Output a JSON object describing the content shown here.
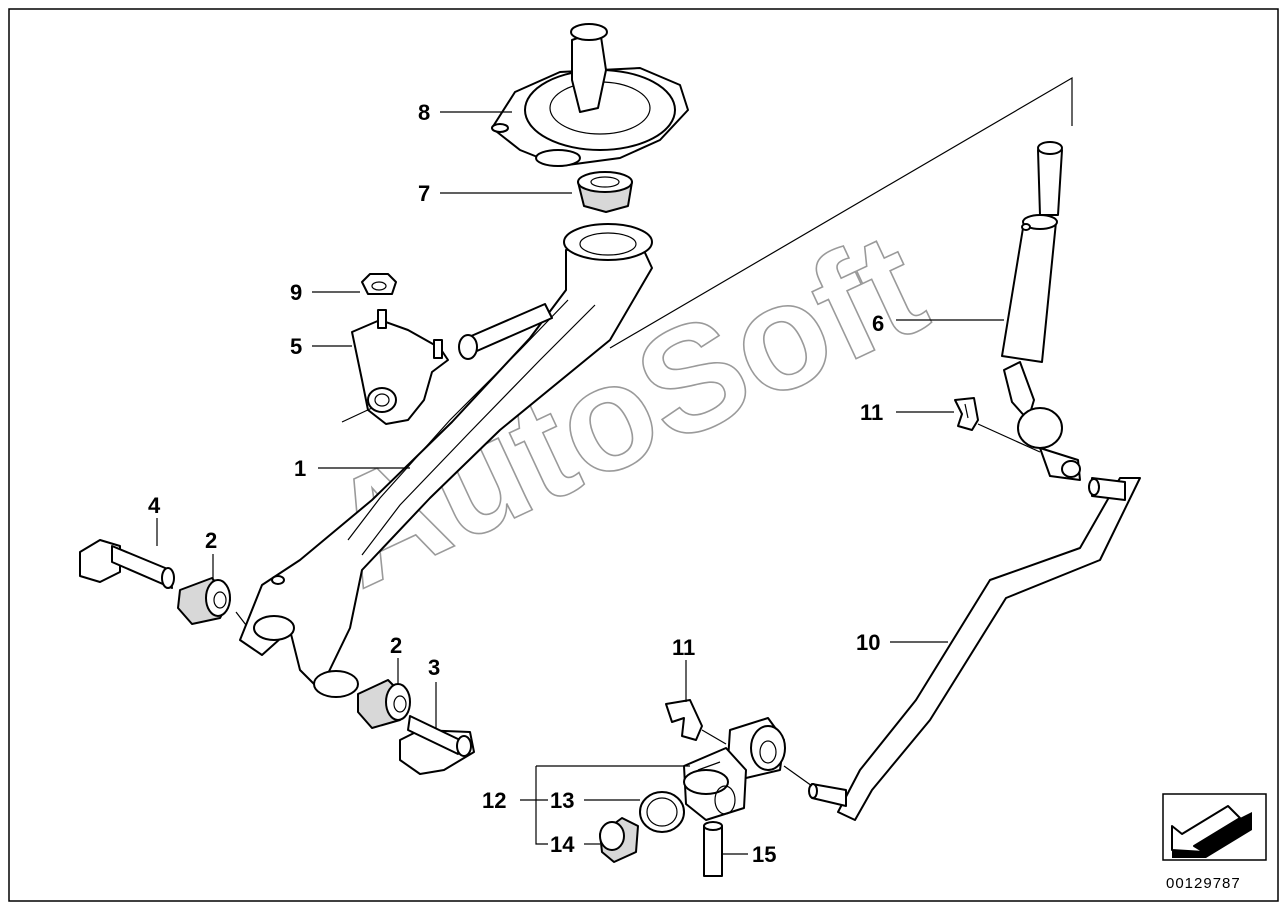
{
  "callouts": [
    {
      "id": "c1",
      "text": "1"
    },
    {
      "id": "c2a",
      "text": "2"
    },
    {
      "id": "c2b",
      "text": "2"
    },
    {
      "id": "c3",
      "text": "3"
    },
    {
      "id": "c4",
      "text": "4"
    },
    {
      "id": "c5",
      "text": "5"
    },
    {
      "id": "c6",
      "text": "6"
    },
    {
      "id": "c7",
      "text": "7"
    },
    {
      "id": "c8",
      "text": "8"
    },
    {
      "id": "c9",
      "text": "9"
    },
    {
      "id": "c10",
      "text": "10"
    },
    {
      "id": "c11a",
      "text": "11"
    },
    {
      "id": "c11b",
      "text": "11"
    },
    {
      "id": "c12",
      "text": "12"
    },
    {
      "id": "c13",
      "text": "13"
    },
    {
      "id": "c14",
      "text": "14"
    },
    {
      "id": "c15",
      "text": "15"
    }
  ],
  "watermark": "AutoSoft",
  "reference_number": "00129787",
  "icons": {
    "navigation": "arrow-down-left-icon"
  },
  "colors": {
    "ink": "#000000",
    "paper": "#ffffff",
    "watermark": "#9a9a9a",
    "shade": "#d8d8d8"
  }
}
